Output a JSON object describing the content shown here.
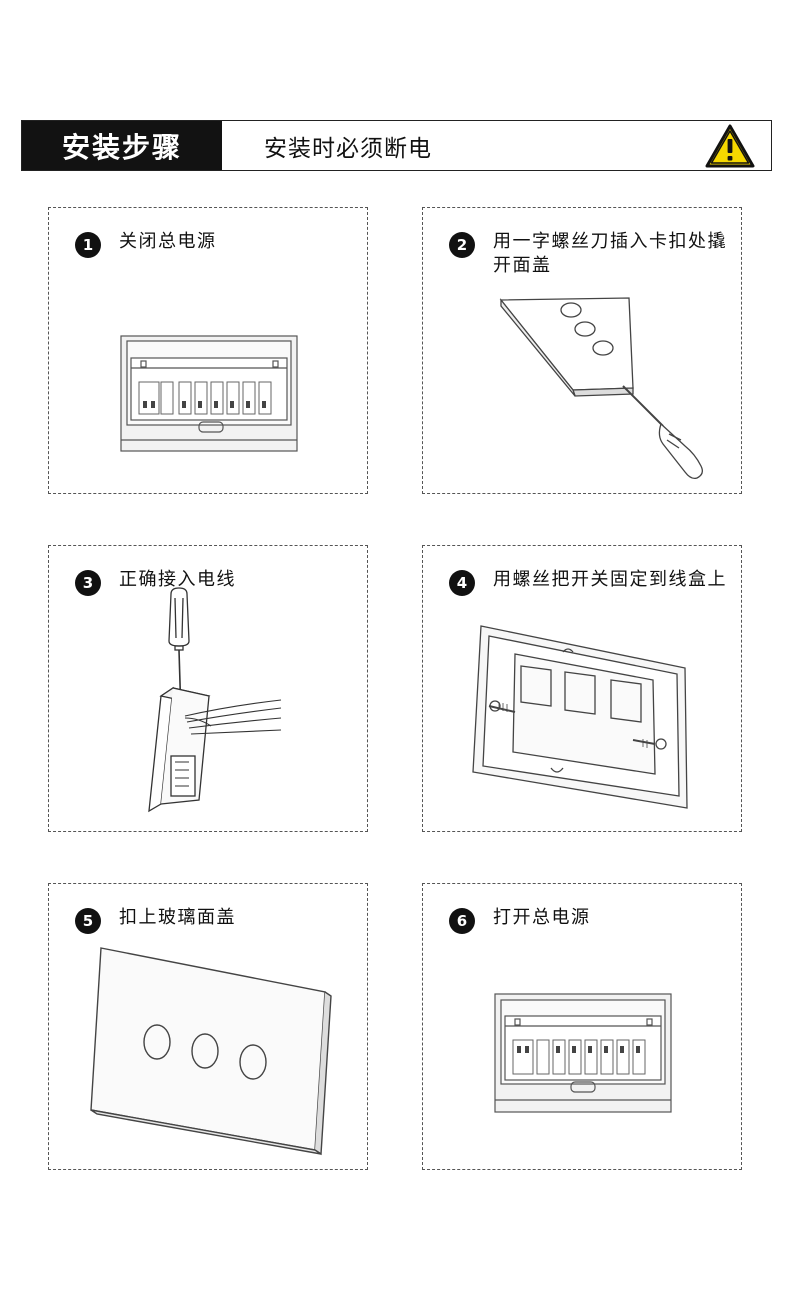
{
  "header": {
    "title": "安装步骤",
    "subtitle": "安装时必须断电",
    "warning_icon": "warning-triangle-icon",
    "accent_color": "#F5D800"
  },
  "steps": [
    {
      "number": "1",
      "text": "关闭总电源"
    },
    {
      "number": "2",
      "text": "用一字螺丝刀插入卡扣处撬开面盖"
    },
    {
      "number": "3",
      "text": "正确接入电线"
    },
    {
      "number": "4",
      "text": "用螺丝把开关固定到线盒上"
    },
    {
      "number": "5",
      "text": "扣上玻璃面盖"
    },
    {
      "number": "6",
      "text": "打开总电源"
    }
  ]
}
